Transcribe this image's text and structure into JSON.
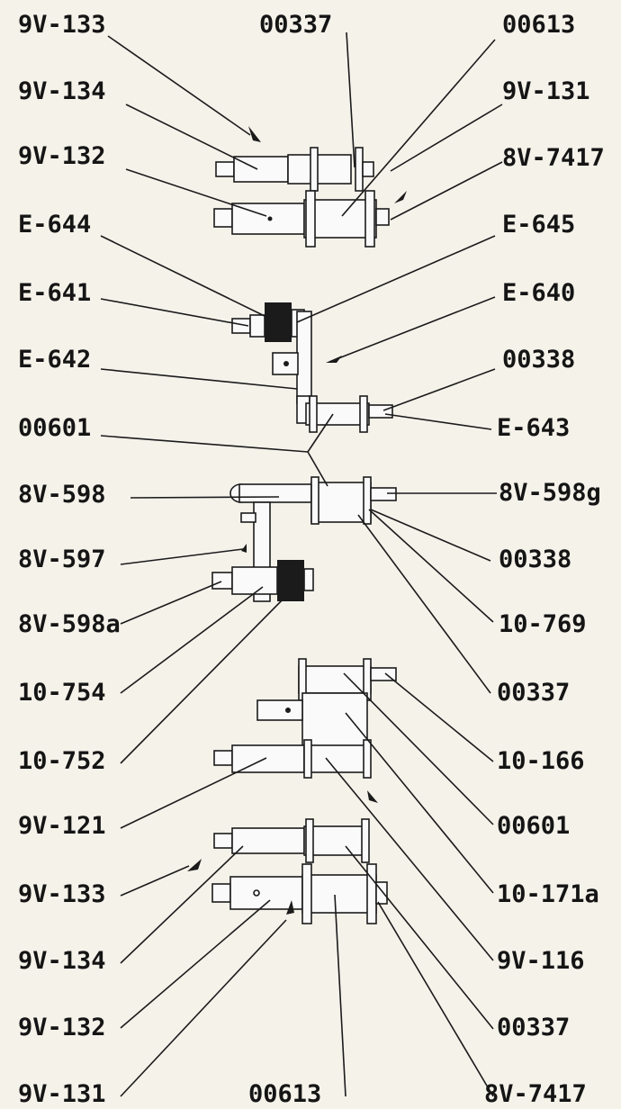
{
  "colors": {
    "paper": "#f5f2ea",
    "ink": "#151515"
  },
  "labels_left": [
    "9V-133",
    "9V-134",
    "9V-132",
    "E-644",
    "E-641",
    "E-642",
    "00601",
    "8V-598",
    "8V-597",
    "8V-598a",
    "10-754",
    "10-752",
    "9V-121",
    "9V-133",
    "9V-134",
    "9V-132",
    "9V-131"
  ],
  "labels_right": [
    "00613",
    "9V-131",
    "8V-7417",
    "E-645",
    "E-640",
    "00338",
    "E-643",
    "8V-598g",
    "00338",
    "10-769",
    "00337",
    "10-166",
    "00601",
    "10-171a",
    "9V-116",
    "00337",
    "8V-7417"
  ],
  "labels_top": [
    "00337"
  ],
  "labels_bottom": [
    "00613"
  ]
}
